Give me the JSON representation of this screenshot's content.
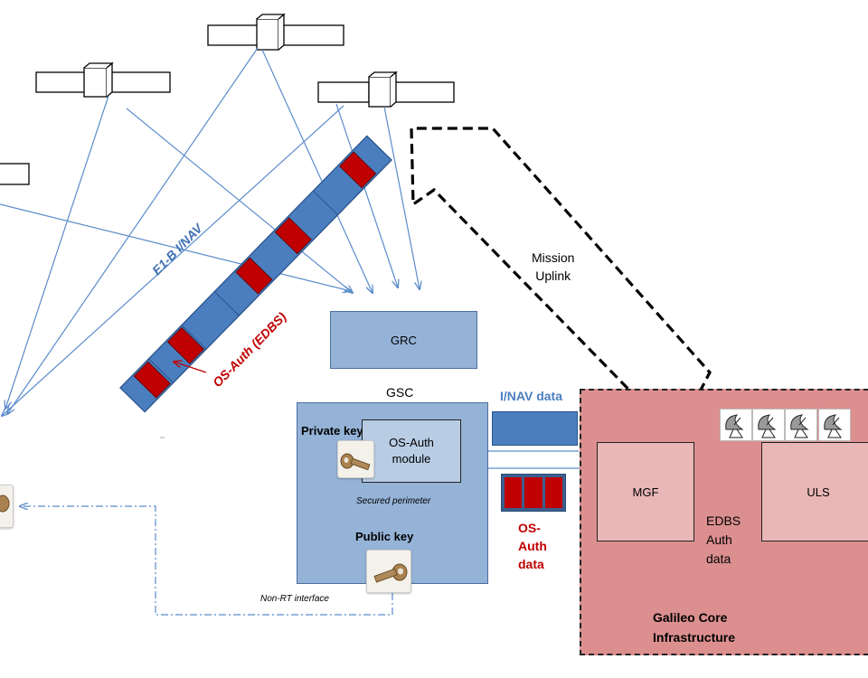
{
  "diagram": {
    "signal_label": "E1-B I/NAV",
    "auth_label": "OS-Auth (EDBS)",
    "mission_uplink": [
      "Mission",
      "Uplink"
    ],
    "grc_label": "GRC",
    "gsc_label": "GSC",
    "private_key_label": "Private key",
    "osauth_module": [
      "OS-Auth",
      "module"
    ],
    "secured_perimeter": "Secured perimeter",
    "public_key_label": "Public key",
    "non_rt_interface": "Non-RT interface",
    "inav_data": "I/NAV data",
    "osauth_data": [
      "OS-",
      "Auth",
      "data"
    ],
    "mgf_label": "MGF",
    "uls_label": "ULS",
    "edbs_auth_data": [
      "EDBS",
      "Auth",
      "data"
    ],
    "core_infra": [
      "Galileo Core",
      "Infrastructure"
    ],
    "colors": {
      "line_blue": "#5b8ccb",
      "box_blue": "#95b3d7",
      "dark_blue": "#3f70b2",
      "red": "#c00000",
      "pink": "#dc8f8f",
      "light_pink": "#e9b7b7"
    }
  }
}
